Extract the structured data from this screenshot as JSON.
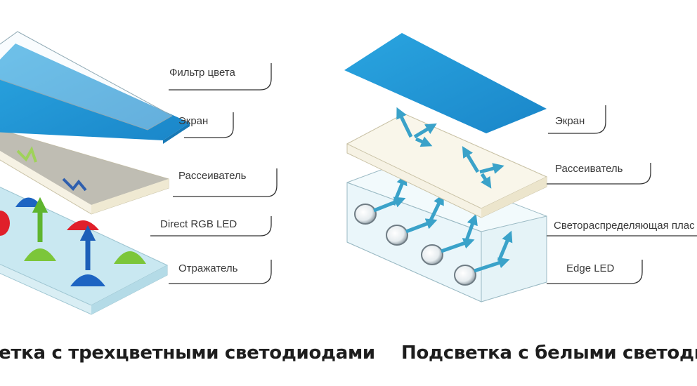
{
  "left_panel": {
    "labels": {
      "filter": "Фильтр цвета",
      "screen": "Экран",
      "diffuser": "Рассеиватель",
      "led": "Direct RGB LED",
      "reflector": "Отражатель"
    },
    "caption": "етка с трехцветными светодиодами"
  },
  "right_panel": {
    "labels": {
      "screen": "Экран",
      "diffuser": "Рассеиватель",
      "light_guide": "Светораспределяющая плас",
      "led": "Edge LED"
    },
    "caption": "Подсветка с белыми светодио"
  },
  "colors": {
    "screen_blue": "#1f9ad8",
    "diffuser_face": "#f6f2e4",
    "diffuser_gray": "#b9b7ad",
    "arrow_blue": "#3aa2c9",
    "led_red": "#e0202a",
    "led_green": "#7cc63a",
    "led_blue": "#1d64c2",
    "leader_line": "#333333"
  }
}
